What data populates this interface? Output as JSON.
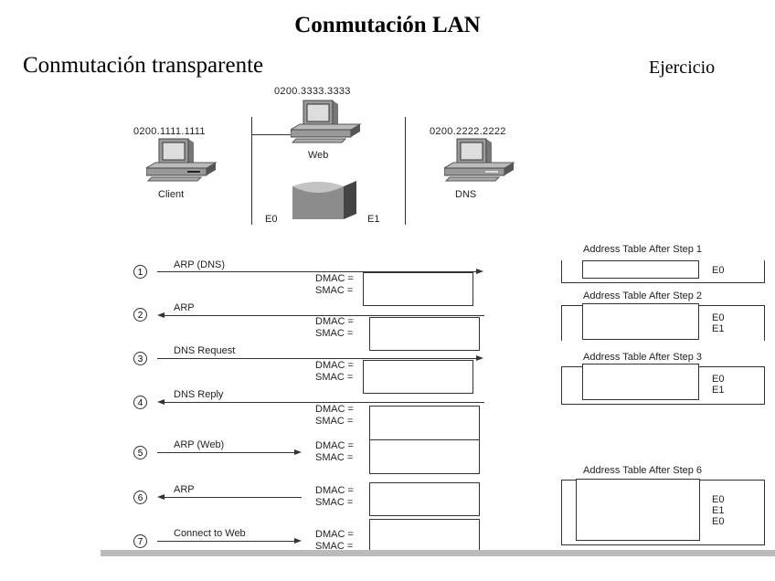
{
  "header": {
    "title": "Conmutación LAN",
    "subtitle": "Conmutación transparente",
    "section": "Ejercicio"
  },
  "topology": {
    "client": {
      "mac": "0200.1111.1111",
      "label": "Client"
    },
    "web": {
      "mac": "0200.3333.3333",
      "label": "Web"
    },
    "dns": {
      "mac": "0200.2222.2222",
      "label": "DNS"
    },
    "switch_ports": {
      "left": "E0",
      "right": "E1"
    }
  },
  "steps": [
    {
      "num": "1",
      "label": "ARP (DNS)",
      "direction": "right",
      "dmac_label": "DMAC =",
      "smac_label": "SMAC =",
      "dmac": "",
      "smac": ""
    },
    {
      "num": "2",
      "label": "ARP",
      "direction": "left",
      "dmac_label": "DMAC =",
      "smac_label": "SMAC =",
      "dmac": "",
      "smac": ""
    },
    {
      "num": "3",
      "label": "DNS Request",
      "direction": "right",
      "dmac_label": "DMAC =",
      "smac_label": "SMAC =",
      "dmac": "",
      "smac": ""
    },
    {
      "num": "4",
      "label": "DNS Reply",
      "direction": "left",
      "dmac_label": "DMAC =",
      "smac_label": "SMAC =",
      "dmac": "",
      "smac": ""
    },
    {
      "num": "5",
      "label": "ARP (Web)",
      "direction": "right",
      "dmac_label": "DMAC =",
      "smac_label": "SMAC =",
      "dmac": "",
      "smac": ""
    },
    {
      "num": "6",
      "label": "ARP",
      "direction": "left",
      "dmac_label": "DMAC =",
      "smac_label": "SMAC =",
      "dmac": "",
      "smac": ""
    },
    {
      "num": "7",
      "label": "Connect to Web",
      "direction": "right",
      "dmac_label": "DMAC =",
      "smac_label": "SMAC =",
      "dmac": "",
      "smac": ""
    }
  ],
  "address_tables": [
    {
      "title": "Address Table After Step 1",
      "ports": [
        "E0"
      ]
    },
    {
      "title": "Address Table After Step 2",
      "ports": [
        "E0",
        "E1"
      ]
    },
    {
      "title": "Address Table After Step 3",
      "ports": [
        "E0",
        "E1"
      ]
    },
    {
      "title": "Address Table After Step 6",
      "ports": [
        "E0",
        "E1",
        "E0"
      ]
    }
  ]
}
